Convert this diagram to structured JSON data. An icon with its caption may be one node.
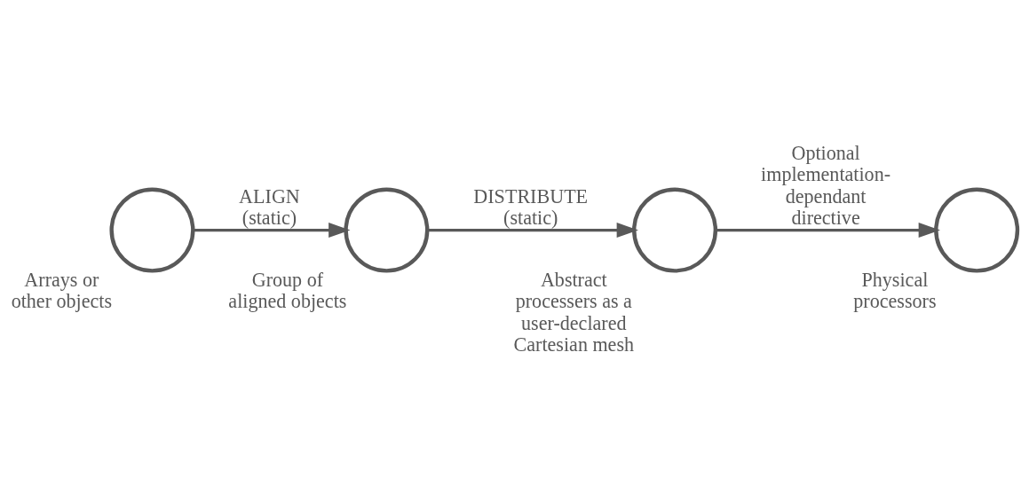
{
  "diagram": {
    "nodes": [
      {
        "text": [
          "Arrays or other objects"
        ]
      },
      {
        "text": [
          "Group of aligned objects"
        ]
      },
      {
        "text": [
          "Abstract processers as a user-declared Cartesian mesh"
        ]
      },
      {
        "text": [
          "Physical processors"
        ]
      }
    ],
    "edges": [
      {
        "from": 0,
        "to": 1,
        "arrow": "to",
        "label": "ALIGN (static)"
      },
      {
        "from": 1,
        "to": 2,
        "arrow": "to",
        "label": "DISTRIBUTE (static)"
      },
      {
        "from": 2,
        "to": 3,
        "arrow": "to",
        "label": "Optional implementation-dependant directive"
      }
    ]
  }
}
